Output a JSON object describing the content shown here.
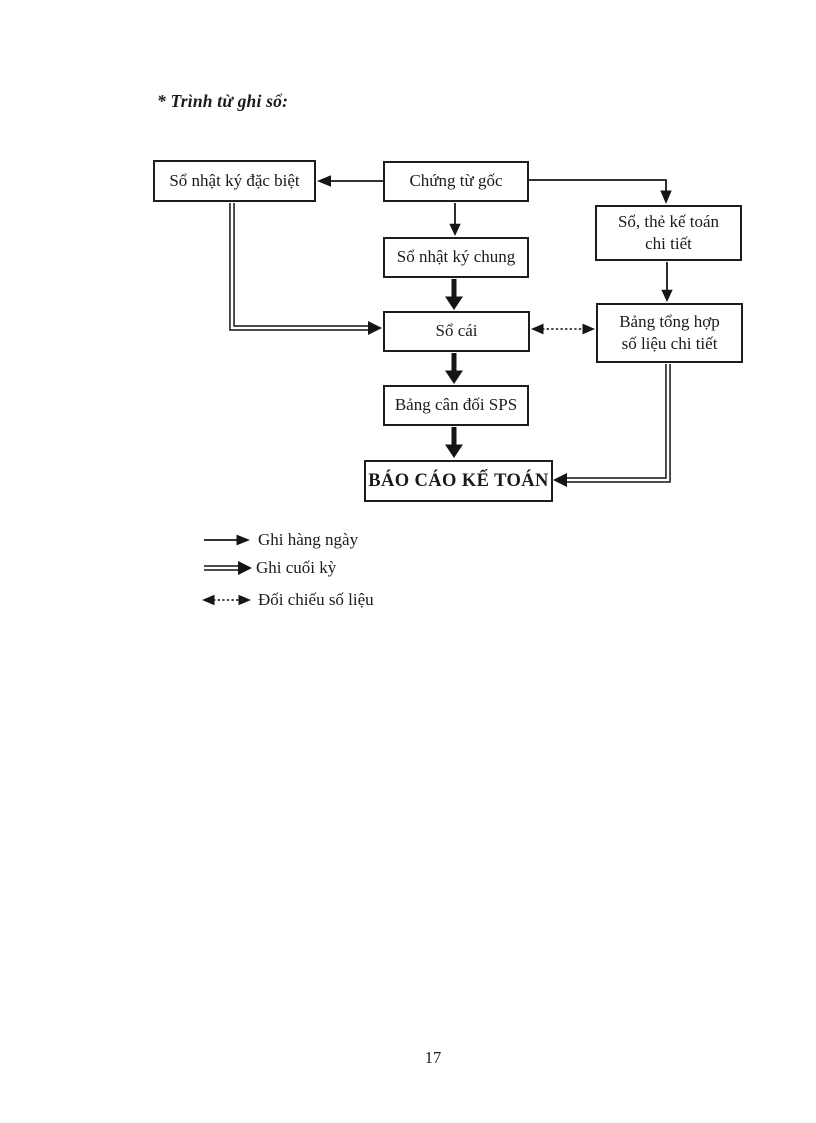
{
  "page": {
    "title": "* Trình từ ghi sổ:",
    "page_number": "17"
  },
  "colors": {
    "ink": "#1a1a1a",
    "background": "#ffffff"
  },
  "boxes": [
    {
      "id": "so-nhat-ky-dac-biet",
      "label": "Sổ nhật ký đặc biệt"
    },
    {
      "id": "chung-tu-goc",
      "label": "Chứng từ gốc"
    },
    {
      "id": "so-the-ke-toan-chi-tiet",
      "lines": [
        "Sổ, thẻ kế toán",
        "chi tiết"
      ]
    },
    {
      "id": "so-nhat-ky-chung",
      "label": "Sổ nhật ký chung"
    },
    {
      "id": "so-cai",
      "label": "Sổ cái"
    },
    {
      "id": "bang-tong-hop-so-lieu-chi-tiet",
      "lines": [
        "Bảng tổng hợp",
        "số liệu chi tiết"
      ]
    },
    {
      "id": "bang-can-doi-sps",
      "label": "Bảng cân đối SPS"
    },
    {
      "id": "bao-cao-ke-toan",
      "label": "BÁO CÁO KẾ TOÁN",
      "emphasis": "bold"
    }
  ],
  "legend": {
    "items": [
      {
        "arrow_style": "solid-thin",
        "label": "Ghi hàng ngày"
      },
      {
        "arrow_style": "solid-double",
        "label": "Ghi cuối kỳ"
      },
      {
        "arrow_style": "dashed-double-headed",
        "label": "Đối chiếu số liệu"
      }
    ]
  }
}
